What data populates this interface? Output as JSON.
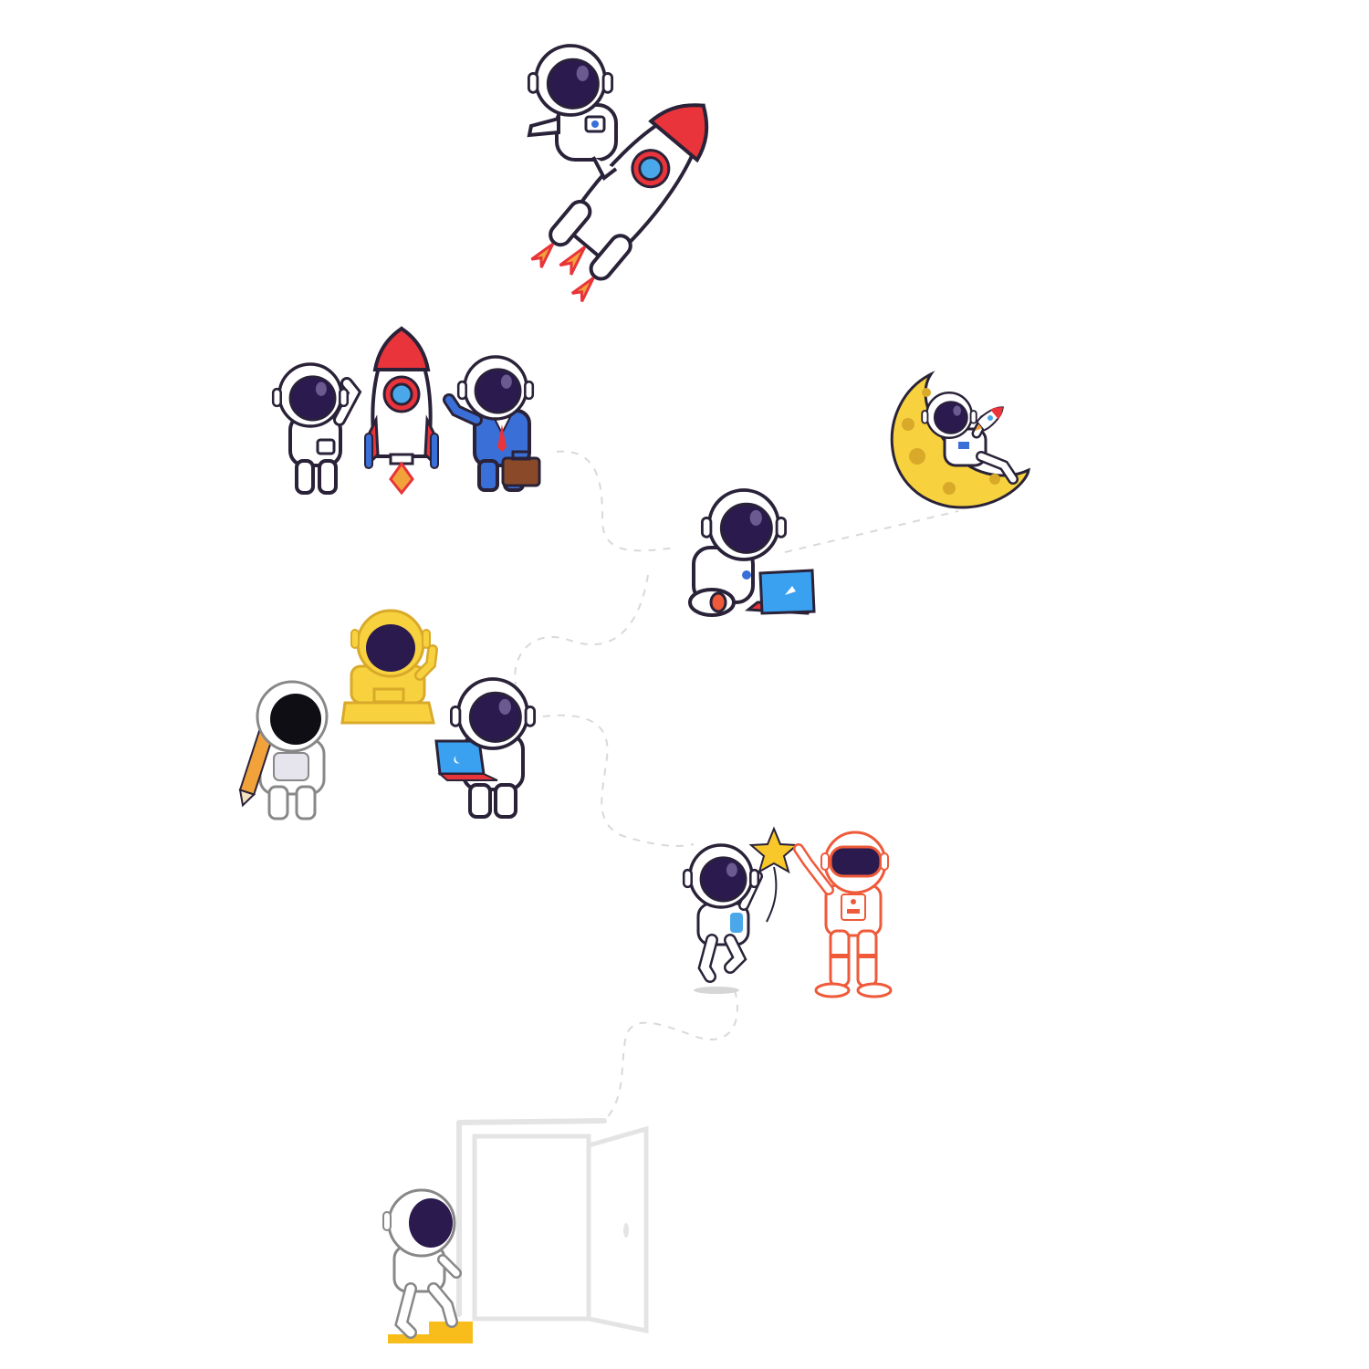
{
  "illustration": {
    "description_items": [],
    "colors": {
      "outline": "#2a2238",
      "suit": "#ffffff",
      "suit_shade": "#e6e4ec",
      "visor": "#2b1a4d",
      "visor_shine": "#6a5a90",
      "rocket_red": "#e8343a",
      "window_blue": "#4aa8ea",
      "suit_blue": "#3a6fd8",
      "laptop_blue": "#3aa0f0",
      "moon_yellow": "#f7d23e",
      "moon_spot": "#d9a92a",
      "star_yellow": "#f8c72a",
      "suit_orange": "#ef5a3a",
      "pencil_orange": "#f2a23a",
      "step_yellow": "#f8bd1a",
      "door_gray": "#e4e4e4",
      "path_gray": "#d9d9d9"
    },
    "scenes": [
      {
        "name": "astronaut-riding-rocket"
      },
      {
        "name": "team-with-rocket"
      },
      {
        "name": "astronaut-on-moon"
      },
      {
        "name": "astronaut-with-laptop"
      },
      {
        "name": "team-planning"
      },
      {
        "name": "astronauts-reaching-star"
      },
      {
        "name": "astronaut-entering-door"
      }
    ]
  }
}
